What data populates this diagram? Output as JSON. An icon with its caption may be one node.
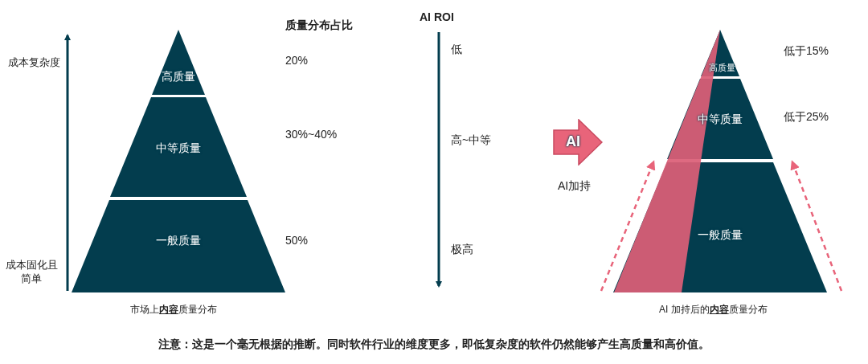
{
  "diagram": {
    "caption": "注意：这是一个毫无根据的推断。同时软件行业的维度更多，即低复杂度的软件仍然能够产生高质量和高价值。",
    "nodes": [
      {
        "text": [
          "高质量"
        ]
      },
      {
        "text": [
          "中等质量"
        ]
      },
      {
        "text": [
          "一般质量"
        ]
      },
      {
        "text": [
          "AI"
        ],
        "beside": [
          "AI加持"
        ]
      },
      {
        "text": [
          "高质量"
        ]
      },
      {
        "text": [
          "中等质量"
        ]
      },
      {
        "text": [
          "一般质量"
        ]
      }
    ],
    "labels": [
      "成本复杂度",
      "质量分布占比",
      "AI ROI",
      "20%",
      "低",
      "低于15%",
      "30%~40%",
      "低于25%",
      "高~中等",
      "50%",
      "极高",
      "成本固化且简单",
      "市场上**内容**质量分布",
      "AI 加持后的**内容**质量分布"
    ]
  }
}
